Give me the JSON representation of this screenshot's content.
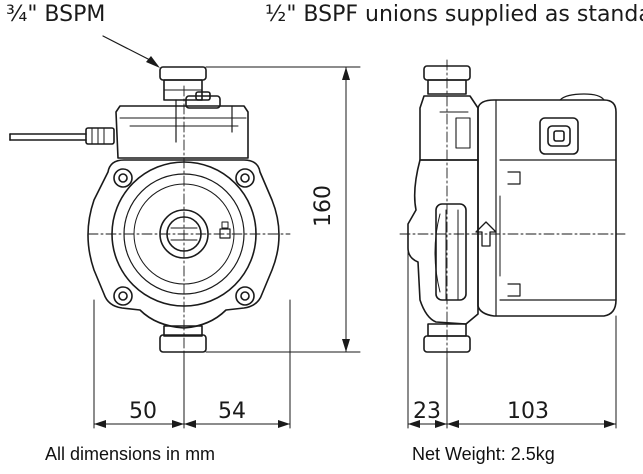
{
  "labels": {
    "inlet_thread": "¾\" BSPM",
    "unions_note": "½\" BSPF unions supplied as standard"
  },
  "dimensions": {
    "height": "160",
    "left_half_width": "50",
    "right_half_width": "54",
    "side_offset": "23",
    "side_depth": "103"
  },
  "footer": {
    "units_note": "All dimensions in mm",
    "weight_note": "Net Weight: 2.5kg"
  },
  "colors": {
    "line": "#1a1a1a",
    "fill": "#ffffff"
  }
}
